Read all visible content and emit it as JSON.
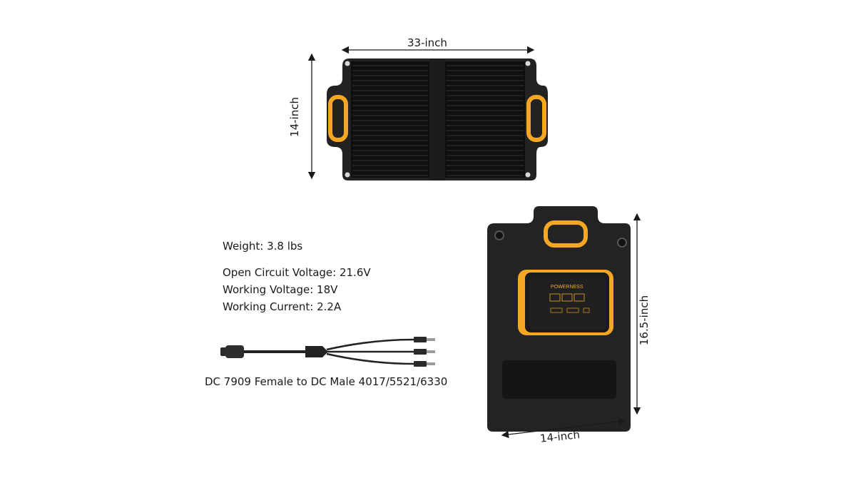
{
  "dimensions": {
    "panel_width": "33-inch",
    "panel_height": "14-inch",
    "folded_height": "16.5-inch",
    "folded_width": "14-inch"
  },
  "specs": {
    "weight": "Weight: 3.8 lbs",
    "open_circuit_voltage": "Open Circuit Voltage: 21.6V",
    "working_voltage": "Working Voltage: 18V",
    "working_current": "Working Current: 2.2A"
  },
  "cable": {
    "label": "DC 7909 Female to DC Male 4017/5521/6330"
  },
  "brand": {
    "logo_text": "POWERNESS"
  },
  "colors": {
    "panel": "#1e1e1e",
    "accent": "#f5a623"
  }
}
